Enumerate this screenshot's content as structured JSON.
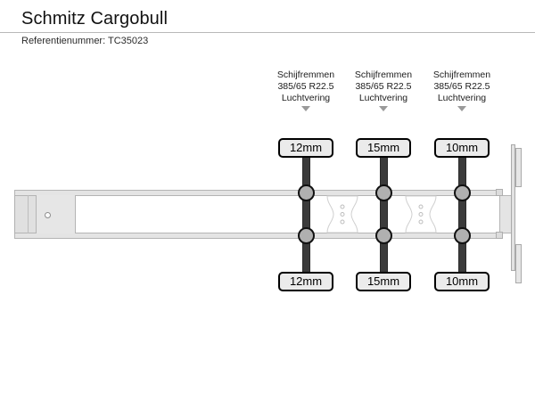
{
  "header": {
    "title": "Schmitz Cargobull",
    "reference_label": "Referentienummer:",
    "reference_value": "TC35023",
    "reference_line": "Referentienummer: TC35023"
  },
  "diagram": {
    "name": "trailer-axle-schematic",
    "view": "top-view",
    "axles": [
      {
        "index": 1,
        "brake_type": "Schijfremmen",
        "tyre_size": "385/65 R22.5",
        "suspension": "Luchtvering",
        "tread_left": "12mm",
        "tread_right": "12mm",
        "caret": "chevron-down"
      },
      {
        "index": 2,
        "brake_type": "Schijfremmen",
        "tyre_size": "385/65 R22.5",
        "suspension": "Luchtvering",
        "tread_left": "15mm",
        "tread_right": "15mm",
        "caret": "chevron-down"
      },
      {
        "index": 3,
        "brake_type": "Schijfremmen",
        "tyre_size": "385/65 R22.5",
        "suspension": "Luchtvering",
        "tread_left": "10mm",
        "tread_right": "10mm",
        "caret": "chevron-down"
      }
    ]
  },
  "colors": {
    "page_background": "#ffffff",
    "text": "#111111",
    "rule": "#b9b9b9",
    "badge_fill": "#ebebeb",
    "badge_border": "#000000",
    "axle_bar": "#3b3b3b",
    "hub_fill": "#b0b0b0",
    "chassis_fill": "#e4e4e4",
    "chassis_stroke": "#b4b4b4",
    "caret": "#9a9a9a"
  }
}
